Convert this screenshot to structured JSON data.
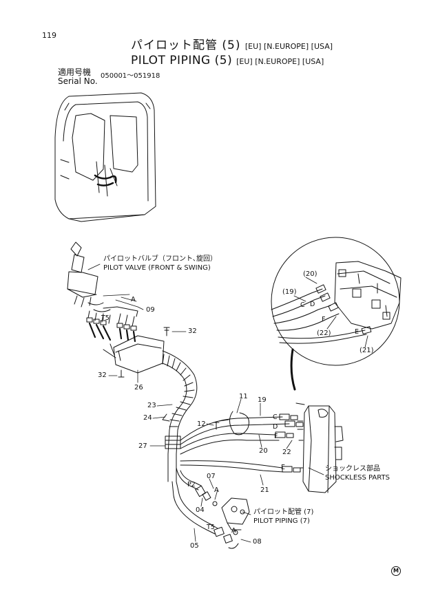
{
  "header": {
    "page_number": "119",
    "title_jp": "パイロット配管 (5)",
    "title_en": "PILOT PIPING (5)",
    "regions": "[EU] [N.EUROPE] [USA]",
    "serial_label_jp": "適用号機",
    "serial_label_en": "Serial No.",
    "serial_range": "050001～051918"
  },
  "callouts": {
    "pilot_valve_jp": "パイロットバルブ（フロント､旋回）",
    "pilot_valve_en": "PILOT VALVE (FRONT & SWING)",
    "shockless_jp": "ショックレス部品",
    "shockless_en": "SHOCKLESS PARTS",
    "pilot_piping7_jp": "パイロット配管 (7)",
    "pilot_piping7_en": "PILOT PIPING (7)"
  },
  "part_numbers": {
    "p09": "09",
    "p32a": "32",
    "p32b": "32",
    "p26": "26",
    "p23": "23",
    "p24": "24",
    "p12": "12",
    "p11": "11",
    "p19": "19",
    "p20": "20",
    "p22": "22",
    "p27": "27",
    "p07": "07",
    "p21": "21",
    "p04": "04",
    "p05": "05",
    "p08": "08",
    "d20": "(20)",
    "d19": "(19)",
    "d22": "(22)",
    "d21": "(21)"
  },
  "connector_letters": {
    "a1": "A",
    "a2": "A",
    "a3": "A",
    "c1": "C",
    "d1": "D",
    "f1": "F",
    "e1": "E",
    "c2": "C",
    "d2": "D",
    "f2": "F",
    "e2": "E",
    "p2": "P2",
    "t5a": "T5",
    "t5b": "T5"
  },
  "maker_mark": "M"
}
